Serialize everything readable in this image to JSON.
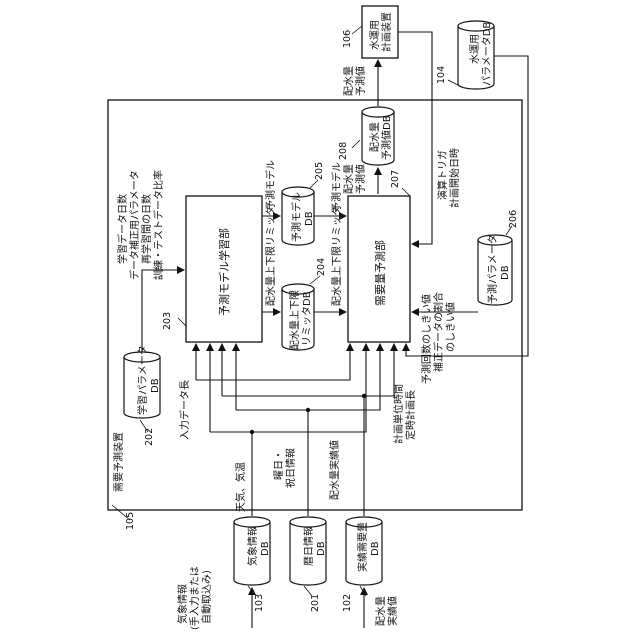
{
  "system": {
    "id": "105",
    "name": "需要予測装置"
  },
  "blocks": {
    "model_learning": {
      "id": "203",
      "name": "予測モデル学習部"
    },
    "demand_prediction": {
      "id": "207",
      "name": "需要量予測部"
    }
  },
  "databases": {
    "learning_param": {
      "id": "202",
      "line1": "学習パラメータ",
      "line2": "DB"
    },
    "limiter": {
      "id": "204",
      "line1": "配水量上下限",
      "line2": "リミッタDB"
    },
    "pred_model": {
      "id": "205",
      "line1": "予測モデル",
      "line2": "DB"
    },
    "pred_param": {
      "id": "206",
      "line1": "予測パラメータ",
      "line2": "DB"
    },
    "forecast_db": {
      "id": "208",
      "line1": "配水量",
      "line2": "予測値DB"
    },
    "weather": {
      "id": "103",
      "line1": "気象情報",
      "line2": "DB"
    },
    "calendar": {
      "id": "201",
      "line1": "暦日情報",
      "line2": "DB"
    },
    "actual": {
      "id": "102",
      "line1": "実績需要量",
      "line2": "DB"
    },
    "ops_param": {
      "id": "104",
      "line1": "水運用",
      "line2": "パラメータDB"
    }
  },
  "device": {
    "id": "106",
    "line1": "水運用",
    "line2": "計画装置"
  },
  "labels": {
    "learn_params": [
      "学習データ日数",
      "データ補正用パラメータ",
      "再学習間の日数",
      "訓練・テストデータ比率"
    ],
    "input_len": "入力データ長",
    "weather_temp": "天気、気温",
    "day_info": [
      "曜日・",
      "祝日情報"
    ],
    "actual_values": "配水量実績値",
    "pred_model_a": "予測モデル",
    "pred_model_b": "予測モデル",
    "limiter_a": "配水量上下限リミッタ",
    "limiter_b": "配水量上下限リミッタ",
    "forecast_out": [
      "配水量",
      "予測値"
    ],
    "forecast_top": [
      "配水量",
      "予測値"
    ],
    "trigger": [
      "演算トリガ",
      "計画開始日時"
    ],
    "pred_params": [
      "予測回数のしきい値",
      "補正データの割合",
      "のしきい値"
    ],
    "plan_params": [
      "計画単位時間",
      "定時計画長"
    ],
    "weather_input": [
      "気象情報",
      "(手入力または",
      "自動取込み)"
    ],
    "actual_input": [
      "配水量",
      "実績値"
    ]
  }
}
